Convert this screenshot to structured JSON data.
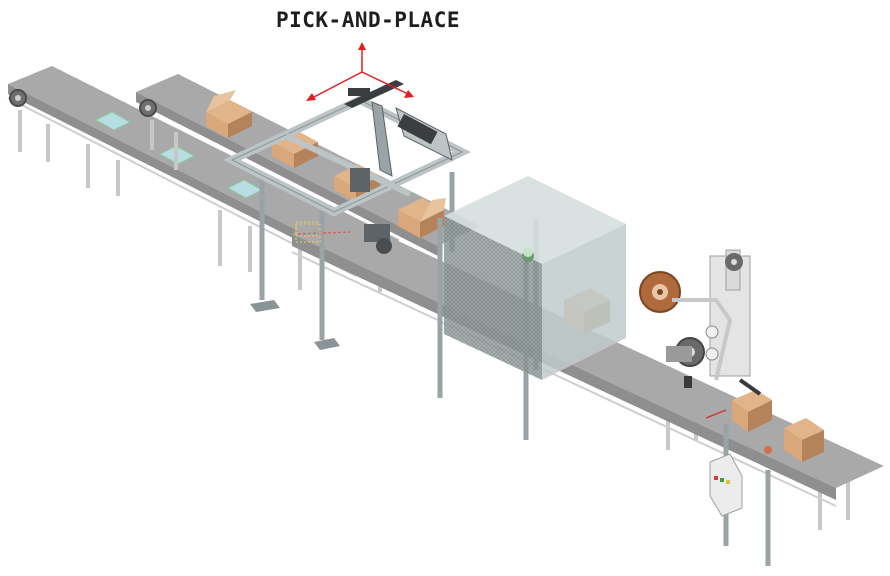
{
  "diagram": {
    "title": "PICK-AND-PLACE",
    "colors": {
      "belt": "#a9a9a9",
      "belt_dark": "#8f8f8f",
      "frame": "#dcdcdc",
      "frame_line": "#b5b5b5",
      "gantry": "#cfd6d8",
      "gantry_dark": "#3a3e40",
      "cabinet": "#c7d2d2",
      "box": "#d9a77a",
      "box_dark": "#b5835a",
      "tile": "#b7dfe3",
      "arrow": "#e02020",
      "spool": "#b06a3b"
    },
    "components": [
      {
        "name": "infeed-conveyor"
      },
      {
        "name": "tray-conveyor"
      },
      {
        "name": "main-conveyor"
      },
      {
        "name": "pick-and-place-gantry"
      },
      {
        "name": "tape-sealer-enclosure"
      },
      {
        "name": "label-applicator"
      },
      {
        "name": "control-panel"
      }
    ]
  }
}
